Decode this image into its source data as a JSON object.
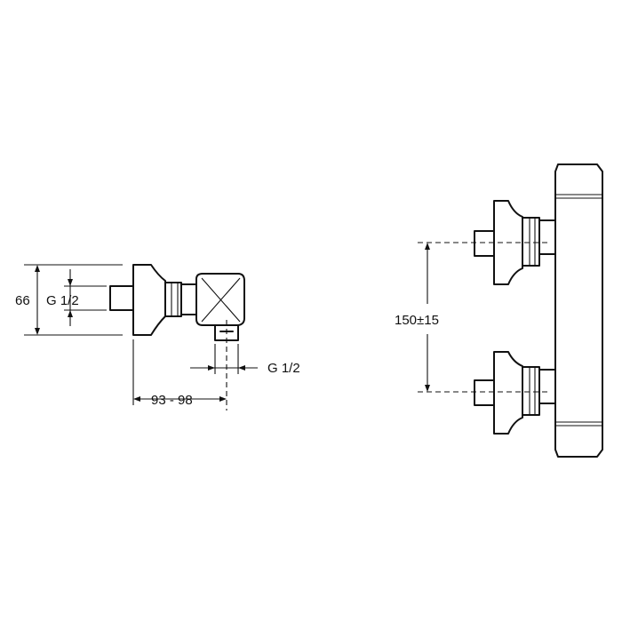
{
  "dimensions": {
    "height_66": "66",
    "thread_left": "G 1/2",
    "thread_bottom": "G 1/2",
    "depth_range": "93 - 98",
    "center_distance": "150±15"
  }
}
